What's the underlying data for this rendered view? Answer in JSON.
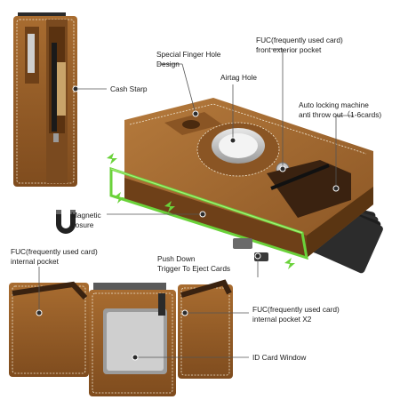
{
  "labels": {
    "cash_strap": "Cash Starp",
    "finger_hole": [
      "Special Finger Hole",
      "Design"
    ],
    "airtag_hole": "Airtag Hole",
    "fuc_exterior": [
      "FUC(frequently used card)",
      "front exterior pocket"
    ],
    "auto_locking": [
      "Auto locking machine",
      "anti throw out（1-6cards)"
    ],
    "magnetic": [
      "Magnetic",
      "Losure"
    ],
    "push_down": [
      "Push Down",
      "Trigger To Eject Cards"
    ],
    "fuc_internal": [
      "FUC(frequently used card)",
      "internal pocket"
    ],
    "fuc_internal_x2": [
      "FUC(frequently used card)",
      "internal pocket X2"
    ],
    "id_window": "ID Card Window"
  },
  "colors": {
    "leather": "#a0662e",
    "leather_dark": "#7a4a1f",
    "stitch": "#f0e6d2",
    "highlight_green": "#6ad23a",
    "pointer_dot": "#2b2b2b",
    "cards_black": "#262626"
  }
}
